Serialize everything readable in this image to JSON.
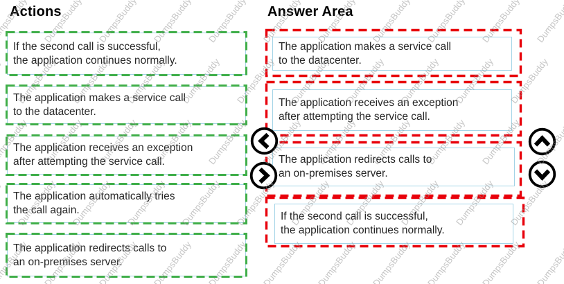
{
  "actions": {
    "title": "Actions",
    "items": [
      {
        "text": "If the second call is successful,\nthe application continues normally."
      },
      {
        "text": "The application makes a service call\nto the datacenter."
      },
      {
        "text": "The application receives an exception\nafter attempting the service call."
      },
      {
        "text": "The application automatically tries\nthe call again."
      },
      {
        "text": "The application redirects calls to\nan on-premises server."
      }
    ]
  },
  "answer_area": {
    "title": "Answer Area",
    "items": [
      {
        "text": "The application makes a service call\nto the datacenter."
      },
      {
        "text": "The application receives an exception\nafter attempting the service call."
      },
      {
        "text": "The application redirects calls to\nan on-premises server."
      },
      {
        "text": "If the second call is successful,\nthe application continues normally."
      }
    ]
  },
  "controls": {
    "move_left_icon": "chevron-left",
    "move_right_icon": "chevron-right",
    "move_up_icon": "chevron-up",
    "move_down_icon": "chevron-down"
  },
  "watermark": {
    "text": "DumpsBuddy"
  },
  "colors": {
    "action_outline": "#3fae49",
    "answer_outline": "#e8000b",
    "item_border": "#a3d4e7",
    "text": "#262626"
  }
}
